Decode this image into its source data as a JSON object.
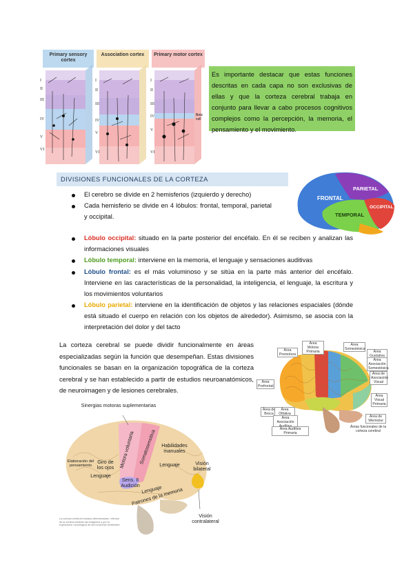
{
  "cortex_figure": {
    "columns": [
      {
        "title": "Primary sensory cortex",
        "color": "#bcd9ef"
      },
      {
        "title": "Association cortex",
        "color": "#f6e3b8"
      },
      {
        "title": "Primary motor cortex",
        "color": "#f7c2c2"
      }
    ],
    "layer_labels": [
      "I",
      "II",
      "III",
      "IV",
      "V",
      "VI"
    ],
    "betz_label": "Betz cell"
  },
  "callout": {
    "text": "Es importante destacar que estas funciones descritas en cada capa no son exclusivas de ellas y que la corteza cerebral trabaja en conjunto para llevar a cabo procesos cognitivos complejos como la percepción, la memoria, el pensamiento y el movimiento."
  },
  "section_title": "DIVISIONES FUNCIONALES DE LA CORTEZA",
  "brain_lobes_figure": {
    "frontal": "FRONTAL",
    "parietal": "PARIETAL",
    "occipital": "OCCIPITAL",
    "temporal": "TEMPORAL"
  },
  "general_bullets": [
    "El cerebro se divide en 2 hemisferios (izquierdo y derecho)",
    "Cada hemisferio se divide en 4 lóbulos: frontal, temporal, parietal y occipital."
  ],
  "lobe_bullets": [
    {
      "label": "Lóbulo occipital:",
      "text": " situado en la parte posterior del encéfalo. En él se reciben y analizan las informaciones visuales",
      "color": "#d93025"
    },
    {
      "label": "Lóbulo temporal:",
      "text": " interviene en la memoria, el lenguaje y sensaciones auditivas",
      "color": "#4e9a1f"
    },
    {
      "label": "Lóbulo frontal:",
      "text": " es el más voluminoso y se sitúa en la parte más anterior del encéfalo. Interviene en las características de la personalidad, la inteligencia, el lenguaje, la escritura y los movimientos voluntarios",
      "color": "#1f4e8a"
    },
    {
      "label": "Lóbulo parietal:",
      "text": " interviene en la identificación de objetos y las relaciones espaciales (dónde está situado el cuerpo en relación con los objetos de alrededor). Asimismo, se asocia con la interpretación del dolor y del tacto",
      "color": "#e8a800"
    }
  ],
  "paragraph": "La corteza cerebral se puede dividir funcionalmente en áreas especializadas según la función que desempeñan. Estas divisiones funcionales se basan en la organización topográfica de la corteza cerebral y se han establecido a partir de estudios neuroanatómicos, de neuroimagen y de lesiones cerebrales.",
  "areas_figure": {
    "labels": [
      "Área Premotora",
      "Área Motora Primaria",
      "Área Somestésica",
      "Área Gustativa",
      "Área Asociación Somestésica",
      "Área Prefrontal",
      "Área de Asociación Visual",
      "Área Visual Primaria",
      "Área de Broca",
      "Área Olfativa",
      "Área Asociación Auditiva",
      "Área Auditiva Primaria",
      "Área de Wernicke",
      "Áreas funcionales de la corteza cerebral"
    ]
  },
  "functions_figure": {
    "labels": {
      "sinergias": "Sinergias motoras suplementarias",
      "motora": "Motora voluntaria",
      "somato": "Somatosensitiva",
      "elaboracion": "Elaboración del pensamiento",
      "giro": "Giro de los ojos",
      "lenguaje_izq": "Lenguaje",
      "sens": "Sens. II Audición",
      "habilidades": "Habilidades manuales",
      "lenguaje_der": "Lenguaje",
      "vision_bilateral": "Visión bilateral",
      "lenguaje_abajo": "Lenguaje",
      "patrones": "Patrones de la memoria",
      "vision_contra": "Visión contralateral"
    },
    "caption": "La corteza cerebral humana determinadas / efectos de la corteza durante las imágenes y por la exploración neurológica de las funciones cerebrales"
  }
}
